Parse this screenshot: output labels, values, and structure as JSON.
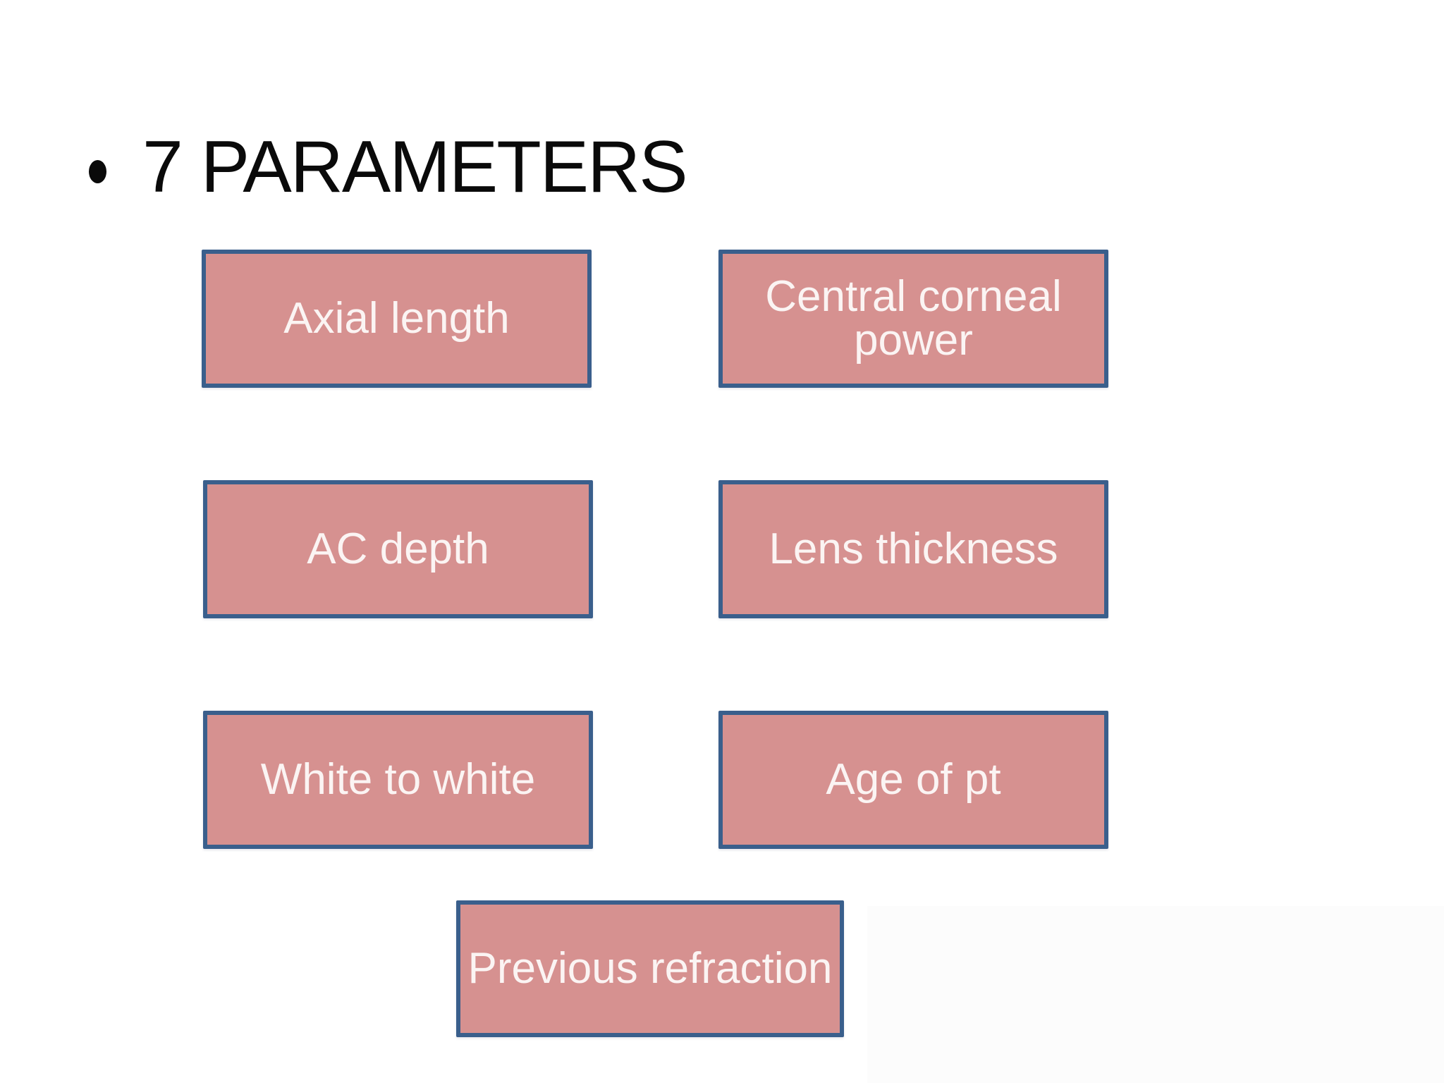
{
  "slide": {
    "title": "7 PARAMETERS",
    "bullet_glyph": "•"
  },
  "boxes": [
    {
      "label": "Axial length"
    },
    {
      "label": "Central corneal power"
    },
    {
      "label": "AC depth"
    },
    {
      "label": "Lens thickness"
    },
    {
      "label": "White to white"
    },
    {
      "label": "Age of pt"
    },
    {
      "label": "Previous refraction"
    }
  ],
  "colors": {
    "background": "#ffffff",
    "box_fill": "#d69190",
    "box_border": "#3a5f8c",
    "box_text": "#fbf4f3",
    "title_text": "#0a0a0a",
    "corner_tint": "#fcfcfc"
  }
}
